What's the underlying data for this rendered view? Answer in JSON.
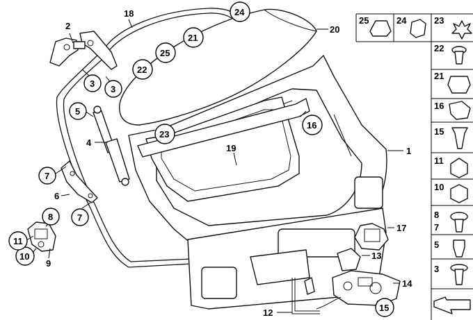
{
  "callouts": [
    {
      "label": "1"
    },
    {
      "label": "2"
    },
    {
      "label": "3"
    },
    {
      "label": "3"
    },
    {
      "label": "4"
    },
    {
      "label": "5"
    },
    {
      "label": "6"
    },
    {
      "label": "7"
    },
    {
      "label": "7"
    },
    {
      "label": "8"
    },
    {
      "label": "9"
    },
    {
      "label": "10"
    },
    {
      "label": "11"
    },
    {
      "label": "12"
    },
    {
      "label": "13"
    },
    {
      "label": "14"
    },
    {
      "label": "15"
    },
    {
      "label": "16"
    },
    {
      "label": "17"
    },
    {
      "label": "18"
    },
    {
      "label": "19"
    },
    {
      "label": "20"
    },
    {
      "label": "21"
    },
    {
      "label": "22"
    },
    {
      "label": "23"
    },
    {
      "label": "24"
    },
    {
      "label": "25"
    }
  ],
  "legend": {
    "top_row": [
      {
        "label": "25"
      },
      {
        "label": "24"
      },
      {
        "label": "23"
      }
    ],
    "column": [
      {
        "label": "22"
      },
      {
        "label": "21"
      },
      {
        "label": "16"
      },
      {
        "label": "15"
      },
      {
        "label": "11"
      },
      {
        "label": "10"
      },
      {
        "label": "8"
      },
      {
        "label": "7"
      },
      {
        "label": "5"
      },
      {
        "label": "3"
      }
    ]
  }
}
